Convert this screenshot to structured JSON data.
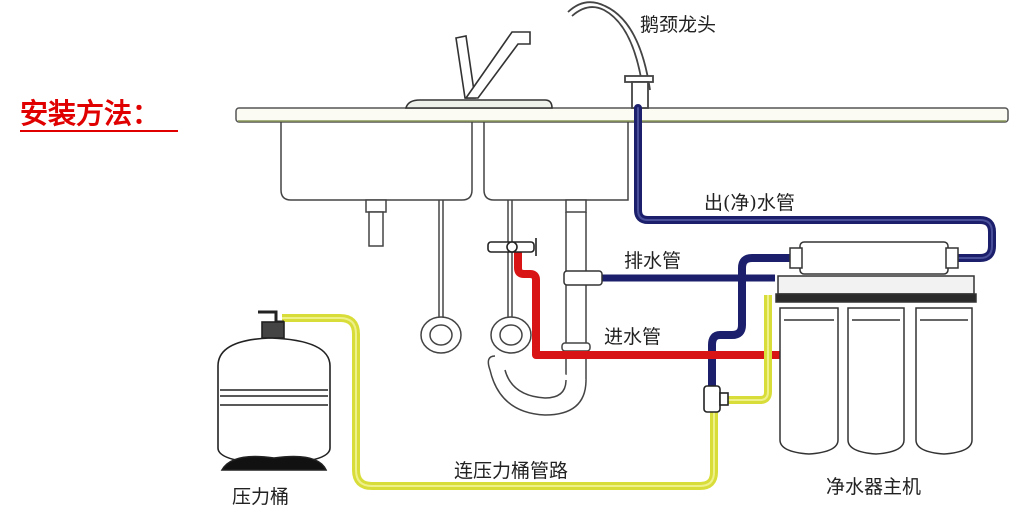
{
  "header": {
    "title": "安装方法：",
    "cut_top_text": "…"
  },
  "labels": {
    "gooseneck_faucet": "鹅颈龙头",
    "outlet_pipe": "出(净)水管",
    "drain_pipe": "排水管",
    "inlet_pipe": "进水管",
    "tank_line": "连压力桶管路",
    "pressure_tank": "压力桶",
    "purifier_unit": "净水器主机"
  },
  "colors": {
    "title": "#e00000",
    "outlet_pipe": "#1c1f6b",
    "drain_pipe": "#1c1f6b",
    "inlet_pipe": "#d81414",
    "tank_line": "#d9dd3a",
    "outline": "#333333"
  }
}
